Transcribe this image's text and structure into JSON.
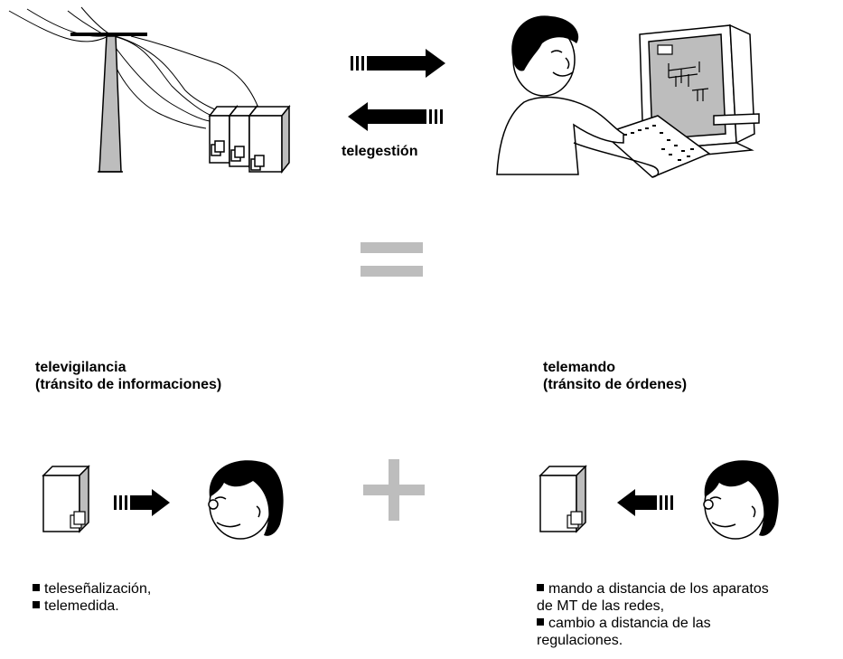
{
  "top": {
    "label": "telegestión"
  },
  "left": {
    "title_line1": "televigilancia",
    "title_line2": "(tránsito de informaciones)",
    "items": [
      "teleseñalización,",
      "telemedida."
    ]
  },
  "right": {
    "title_line1": "telemando",
    "title_line2": "(tránsito de órdenes)",
    "items": [
      "mando a distancia de los aparatos",
      "de MT de las redes,",
      "cambio a distancia de las",
      "regulaciones."
    ]
  },
  "colors": {
    "operator_gray": "#bdbdbd",
    "ink": "#000000"
  }
}
